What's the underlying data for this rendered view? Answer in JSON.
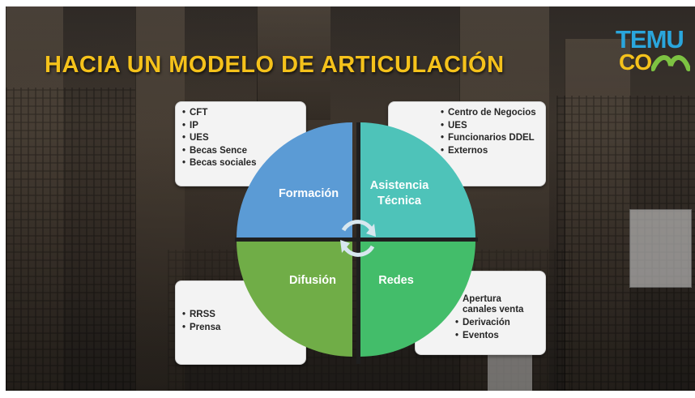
{
  "title": "HACIA UN MODELO DE ARTICULACIÓN",
  "logo": {
    "line1": "TEMU",
    "line2": "CO"
  },
  "quadrants": {
    "top_left": {
      "label": "Formación",
      "color": "#5b9bd5",
      "items": [
        "CFT",
        "IP",
        "UES",
        "Becas Sence",
        "Becas sociales"
      ]
    },
    "top_right": {
      "label_line1": "Asistencia",
      "label_line2": "Técnica",
      "color": "#4ec3b9",
      "items": [
        "Centro de Negocios",
        "UES",
        "Funcionarios DDEL",
        "Externos"
      ]
    },
    "bottom_left": {
      "label": "Difusión",
      "color": "#70ad47",
      "items": [
        "RRSS",
        "Prensa"
      ]
    },
    "bottom_right": {
      "label": "Redes",
      "color": "#43bd6a",
      "items": [
        "Apertura canales venta",
        "Derivación",
        "Eventos"
      ]
    }
  },
  "colors": {
    "title": "#f5c21b",
    "cycle_arrows": "#d7e7ef"
  },
  "icons": [
    "cycle-arrows-icon"
  ]
}
